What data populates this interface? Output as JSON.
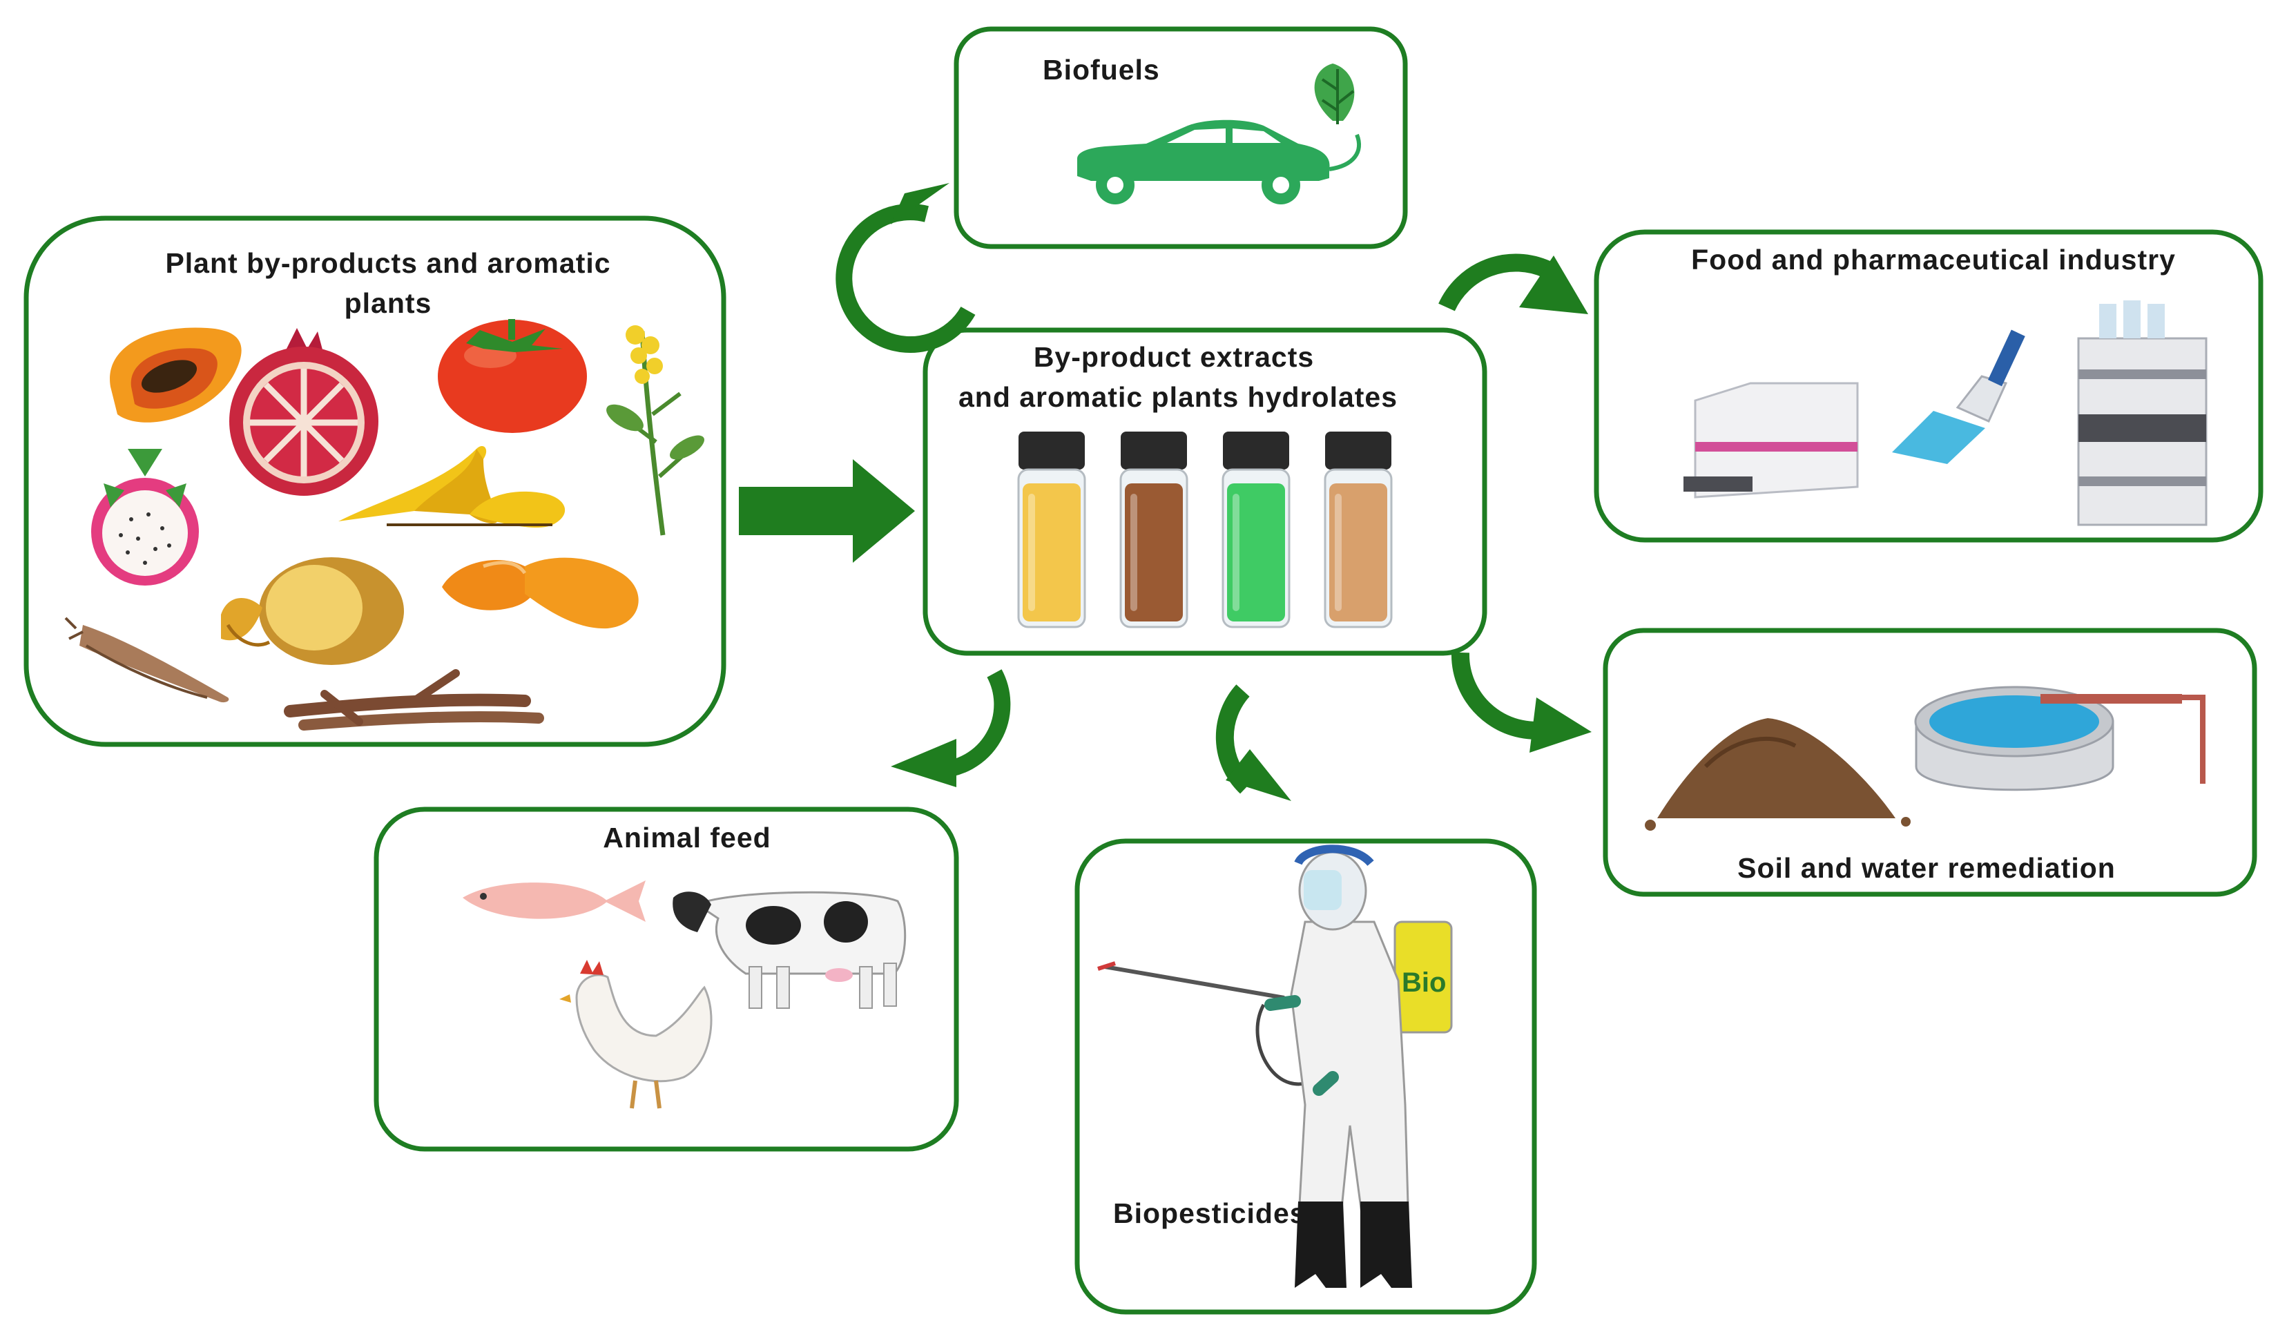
{
  "boxes": {
    "source": {
      "title_line1": "Plant by-products  and aromatic",
      "title_line2": "plants"
    },
    "center": {
      "title_line1": "By-product  extracts",
      "title_line2": "and aromatic  plants  hydrolates"
    },
    "biofuels": {
      "title": "Biofuels"
    },
    "food_pharma": {
      "title": "Food and  pharmaceutical  industry"
    },
    "soil_water": {
      "title": "Soil and water remediation"
    },
    "animal_feed": {
      "title": "Animal feed"
    },
    "biopesticides": {
      "title": "Biopesticides",
      "tank_label": "Bio"
    }
  },
  "colors": {
    "box_border": "#1e7d22",
    "arrow_green": "#1f7d1f",
    "vial_colors": [
      "#f3c64b",
      "#9a5a33",
      "#3fcb64",
      "#d8a06c"
    ]
  }
}
